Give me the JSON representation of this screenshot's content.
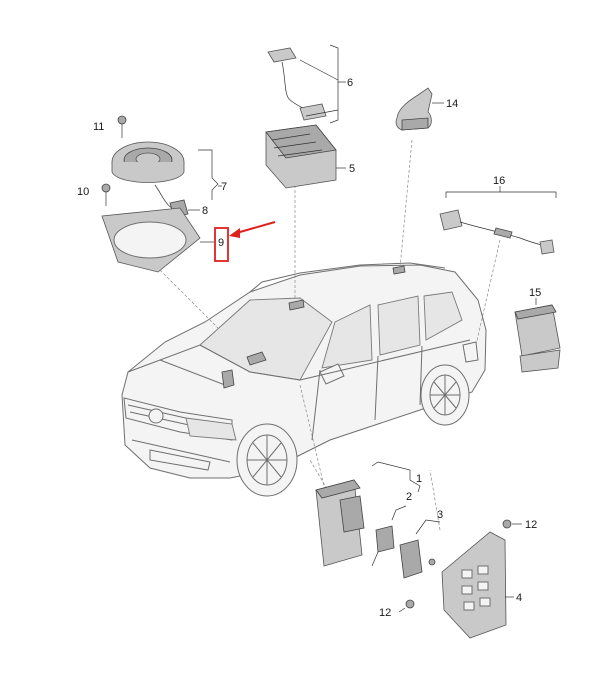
{
  "callouts": {
    "c1": "1",
    "c2": "2",
    "c3": "3",
    "c4": "4",
    "c5": "5",
    "c6": "6",
    "c7": "7",
    "c8": "8",
    "c9": "9",
    "c10": "10",
    "c11": "11",
    "c12a": "12",
    "c12b": "12",
    "c14": "14",
    "c15": "15",
    "c16": "16"
  },
  "colors": {
    "highlight": "#e0201e",
    "parts": "#c9c9c9",
    "outline": "#6f6f6f"
  }
}
